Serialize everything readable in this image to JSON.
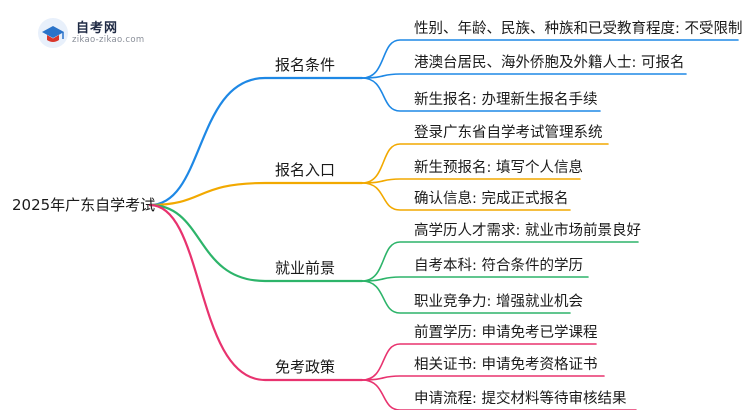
{
  "logo": {
    "title": "自考网",
    "url": "zikao-zikao.com"
  },
  "root": "2025年广东自学考试",
  "branches": [
    {
      "label": "报名条件",
      "color": "#1e88e5",
      "children": [
        "性别、年龄、民族、种族和已受教育程度: 不受限制",
        "港澳台居民、海外侨胞及外籍人士: 可报名",
        "新生报名: 办理新生报名手续"
      ]
    },
    {
      "label": "报名入口",
      "color": "#f2a900",
      "children": [
        "登录广东省自学考试管理系统",
        "新生预报名: 填写个人信息",
        "确认信息: 完成正式报名"
      ]
    },
    {
      "label": "就业前景",
      "color": "#2db46a",
      "children": [
        "高学历人才需求: 就业市场前景良好",
        "自考本科: 符合条件的学历",
        "职业竞争力: 增强就业机会"
      ]
    },
    {
      "label": "免考政策",
      "color": "#e8336f",
      "children": [
        "前置学历: 申请免考已学课程",
        "相关证书: 申请免考资格证书",
        "申请流程: 提交材料等待审核结果"
      ]
    }
  ]
}
